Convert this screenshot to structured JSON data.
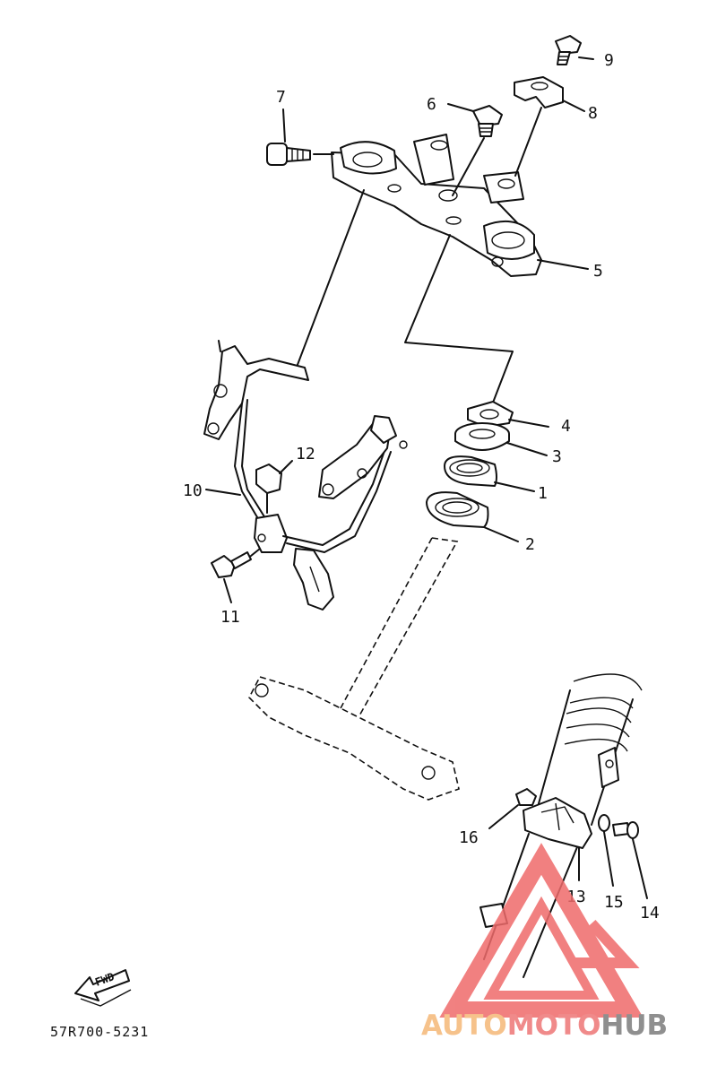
{
  "callouts": [
    {
      "id": "c1",
      "text": "1"
    },
    {
      "id": "c2",
      "text": "2"
    },
    {
      "id": "c3",
      "text": "3"
    },
    {
      "id": "c4",
      "text": "4"
    },
    {
      "id": "c5",
      "text": "5"
    },
    {
      "id": "c6",
      "text": "6"
    },
    {
      "id": "c7",
      "text": "7"
    },
    {
      "id": "c8",
      "text": "8"
    },
    {
      "id": "c9",
      "text": "9"
    },
    {
      "id": "c10",
      "text": "10"
    },
    {
      "id": "c11",
      "text": "11"
    },
    {
      "id": "c12",
      "text": "12"
    },
    {
      "id": "c13",
      "text": "13"
    },
    {
      "id": "c14",
      "text": "14"
    },
    {
      "id": "c15",
      "text": "15"
    },
    {
      "id": "c16",
      "text": "16"
    }
  ],
  "direction_label": "FWD",
  "diagram_code": "57R700-5231",
  "watermark": {
    "part1": "AUTO",
    "part2": "MOTO",
    "part3": "HUB",
    "color1": "#f6c28b",
    "color2": "#f08a8a",
    "color3": "#8f8f8f",
    "logo_color": "#ef6b6b"
  }
}
